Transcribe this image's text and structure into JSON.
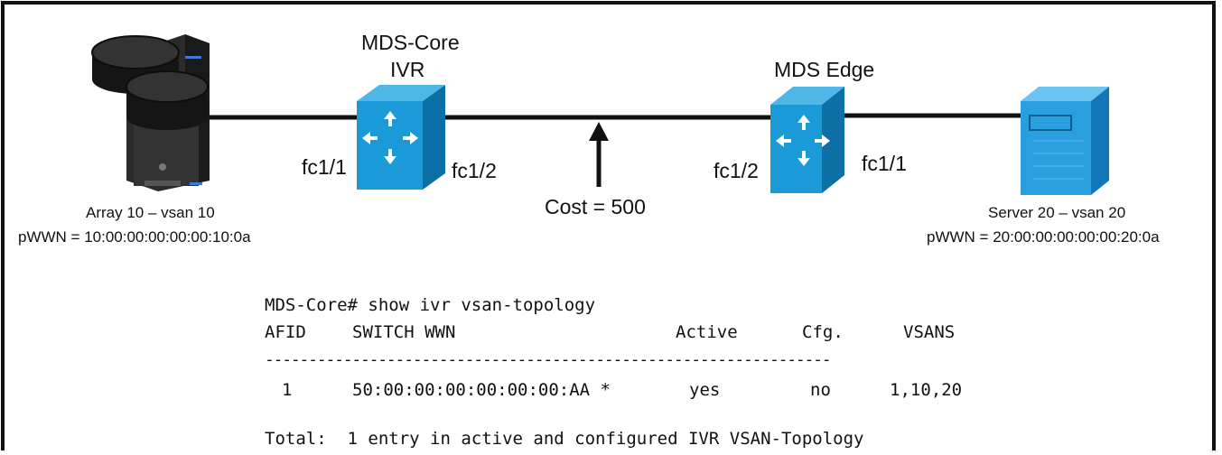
{
  "devices": {
    "core": {
      "name": "MDS-Core",
      "role": "IVR",
      "left_port": "fc1/1",
      "right_port": "fc1/2"
    },
    "edge": {
      "name": "MDS Edge",
      "left_port": "fc1/2",
      "right_port": "fc1/1"
    },
    "array": {
      "label": "Array 10 – vsan 10",
      "pwwn": "pWWN = 10:00:00:00:00:00:10:0a"
    },
    "server": {
      "label": "Server 20 – vsan 20",
      "pwwn": "pWWN = 20:00:00:00:00:00:20:0a"
    }
  },
  "link": {
    "cost_label": "Cost = 500"
  },
  "cli": {
    "prompt": "MDS-Core# show ivr vsan-topology",
    "headers": {
      "afid": "AFID",
      "switch_wwn": "SWITCH WWN",
      "active": "Active",
      "cfg": "Cfg.",
      "vsans": "VSANS"
    },
    "separator": "-----------------------------------------------------------------",
    "rows": [
      {
        "afid": "1",
        "switch_wwn": "50:00:00:00:00:00:00:AA *",
        "active": "yes",
        "cfg": "no",
        "vsans": "1,10,20"
      }
    ],
    "total": "Total:  1 entry in active and configured IVR VSAN-Topology"
  },
  "colors": {
    "switch_front": "#1a9ad6",
    "switch_top": "#4db8e8",
    "switch_side": "#0c6fa6",
    "server_front": "#2a9fe0",
    "line": "#111111"
  },
  "icons": {
    "switch": "switch-arrows-icon",
    "server": "server-tower-icon",
    "array": "storage-array-icon",
    "arrow": "up-arrow-icon"
  }
}
